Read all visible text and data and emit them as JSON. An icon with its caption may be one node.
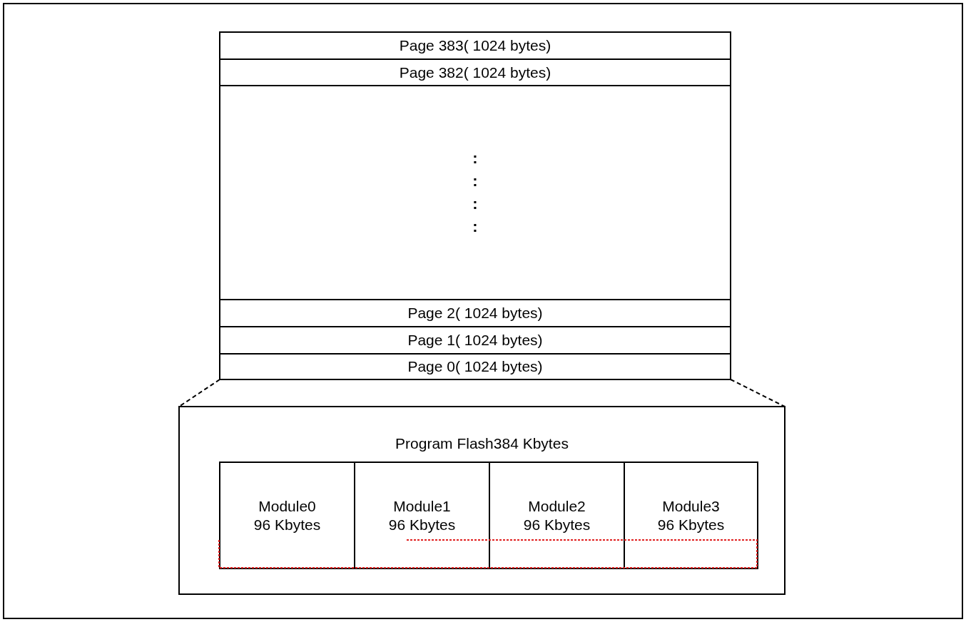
{
  "diagram": {
    "nodes": [
      {
        "text": [
          "Page 383( 1024 bytes)"
        ]
      },
      {
        "text": [
          "Page 382( 1024 bytes)"
        ]
      },
      {
        "text": [
          ":",
          ":",
          ":",
          ":"
        ]
      },
      {
        "text": [
          "Page 2( 1024 bytes)"
        ]
      },
      {
        "text": [
          "Page 1( 1024 bytes)"
        ]
      },
      {
        "text": [
          "Page 0( 1024 bytes)"
        ]
      },
      {
        "text": [
          "Program Flash384 Kbytes"
        ]
      },
      {
        "text": [
          "Module0",
          "96 Kbytes"
        ],
        "in": 6
      },
      {
        "text": [
          "Module1",
          "96 Kbytes"
        ],
        "in": 6
      },
      {
        "text": [
          "Module2",
          "96 Kbytes"
        ],
        "in": 6
      },
      {
        "text": [
          "Module3",
          "96 Kbytes"
        ],
        "in": 6
      }
    ],
    "edges": [
      {
        "from": 5,
        "to": 6,
        "arrow": "none",
        "style": "dashed"
      },
      {
        "from": 5,
        "to": 6,
        "arrow": "none",
        "style": "dashed"
      }
    ]
  }
}
